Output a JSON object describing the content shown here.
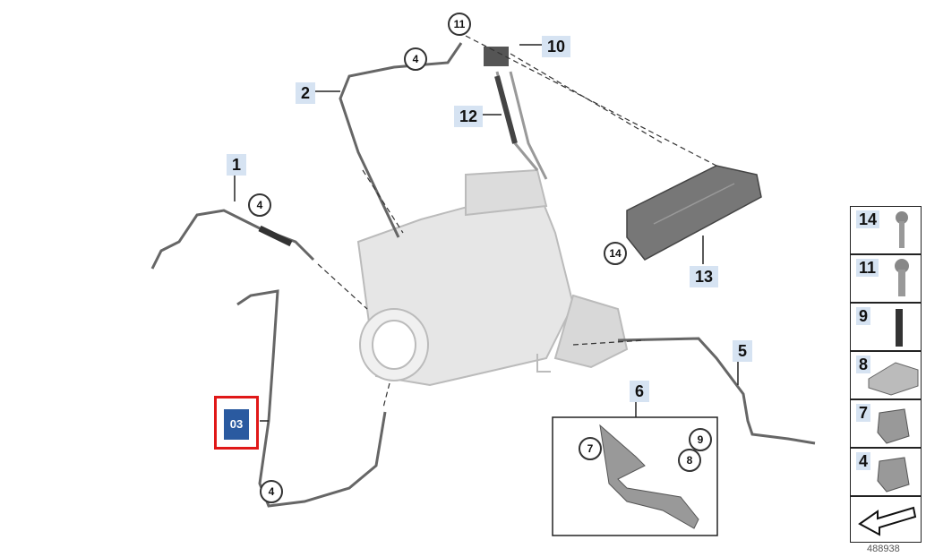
{
  "callouts": {
    "l1": "1",
    "l2": "2",
    "l3": "03",
    "l4a": "4",
    "l4b": "4",
    "l4c": "4",
    "l5": "5",
    "l6": "6",
    "l7": "7",
    "l8": "8",
    "l9": "9",
    "l10": "10",
    "l11": "11",
    "l12": "12",
    "l13": "13",
    "l14": "14"
  },
  "side_items": [
    "14",
    "11",
    "9",
    "8",
    "7",
    "4"
  ],
  "footer_code": "488938",
  "colors": {
    "highlight": "#e01818",
    "tag": "#2a5aa0",
    "label_bg": "#d6e3f2"
  }
}
